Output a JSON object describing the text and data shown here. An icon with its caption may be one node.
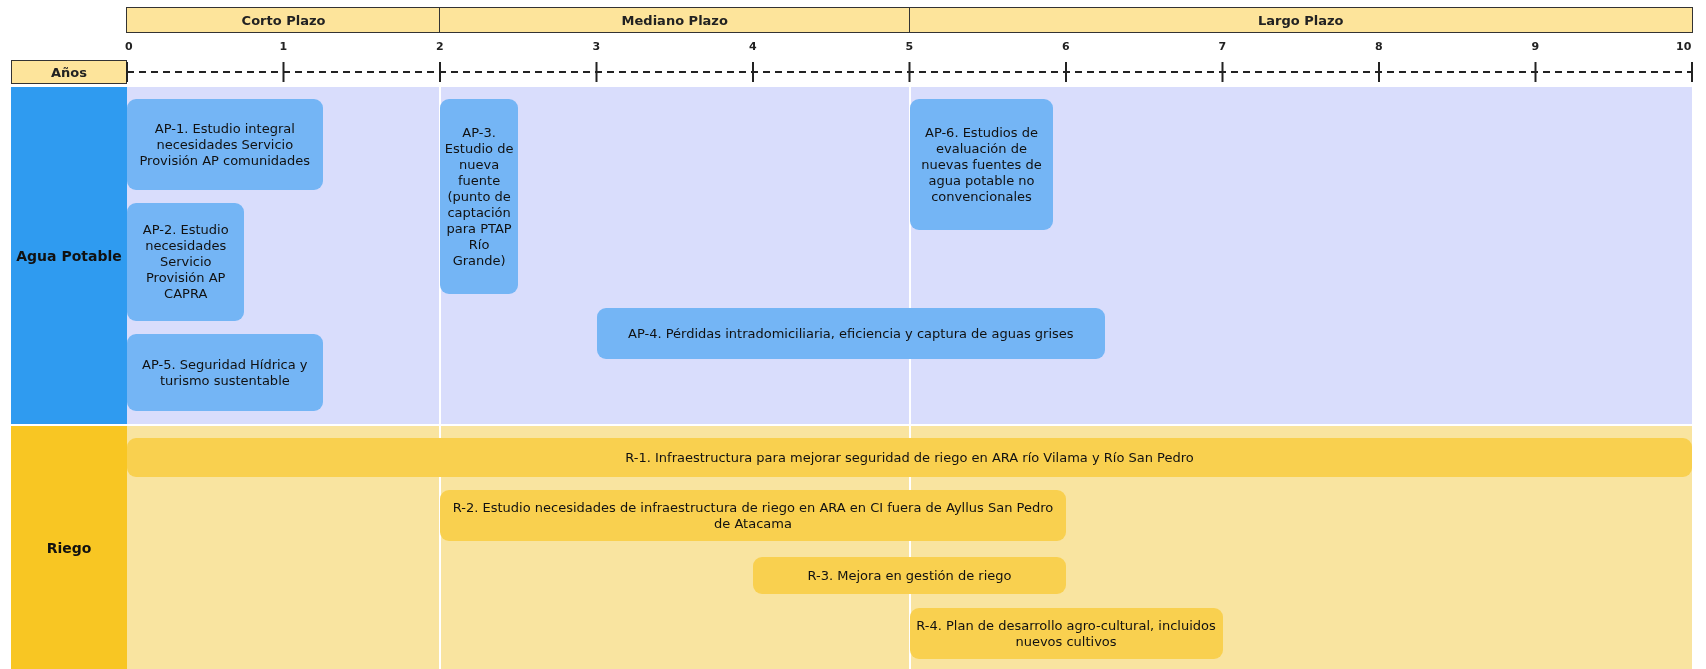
{
  "diagram": {
    "nodes": [
      {
        "text": [
          "Corto Plazo"
        ]
      },
      {
        "text": [
          "Mediano Plazo"
        ]
      },
      {
        "text": [
          "Largo Plazo"
        ]
      },
      {
        "text": [
          "Años"
        ]
      },
      {
        "text": [
          "Agua Potable"
        ]
      },
      {
        "text": [
          "AP-1. Estudio integral necesidades Servicio Provisión AP comunidades"
        ],
        "in": 4
      },
      {
        "text": [
          "AP-2. Estudio necesidades Servicio Provisión AP CAPRA"
        ],
        "in": 4
      },
      {
        "text": [
          "AP-3. Estudio de nueva fuente (punto de captación para PTAP Río Grande)"
        ],
        "in": 4
      },
      {
        "text": [
          "AP-4. Pérdidas intradomiciliaria, eficiencia y captura de aguas grises"
        ],
        "in": 4
      },
      {
        "text": [
          "AP-5. Seguridad Hídrica y turismo sustentable"
        ],
        "in": 4
      },
      {
        "text": [
          "AP-6. Estudios de evaluación de nuevas fuentes de agua potable no convencionales"
        ],
        "in": 4
      },
      {
        "text": [
          "Riego"
        ]
      },
      {
        "text": [
          "R-1. Infraestructura para mejorar seguridad de riego en ARA río Vilama y Río San Pedro"
        ],
        "in": 11
      },
      {
        "text": [
          "R-2. Estudio necesidades de infraestructura de riego en ARA en CI fuera de Ayllus San Pedro de Atacama"
        ],
        "in": 11
      },
      {
        "text": [
          "R-3. Mejora en gestión de riego"
        ],
        "in": 11
      },
      {
        "text": [
          "R-4. Plan de desarrollo agro-cultural, incluidos nuevos cultivos"
        ],
        "in": 11
      }
    ],
    "edges": [],
    "labels": [
      "0",
      "1",
      "2",
      "3",
      "4",
      "5",
      "6",
      "7",
      "8",
      "9",
      "10"
    ]
  }
}
